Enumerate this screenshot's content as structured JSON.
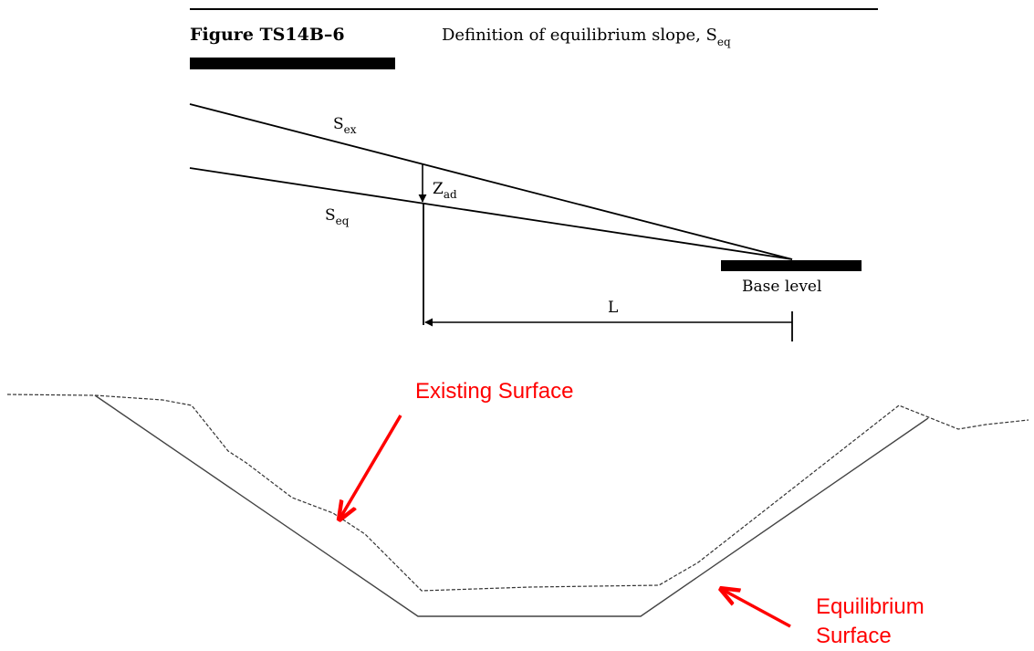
{
  "figure": {
    "number": "Figure TS14B–6",
    "caption": "Definition of equilibrium slope, S",
    "caption_subscript": "eq"
  },
  "slope_diagram": {
    "existing_slope": {
      "symbol": "S",
      "subscript": "ex"
    },
    "equilibrium_slope": {
      "symbol": "S",
      "subscript": "eq"
    },
    "degradation_depth": {
      "symbol": "Z",
      "subscript": "ad"
    },
    "length_label": "L",
    "base_level_label": "Base level"
  },
  "cross_section": {
    "existing_surface_label": "Existing Surface",
    "equilibrium_surface_label_line1": "Equilibrium",
    "equilibrium_surface_label_line2": "Surface",
    "annotation_color": "#ff0000"
  }
}
